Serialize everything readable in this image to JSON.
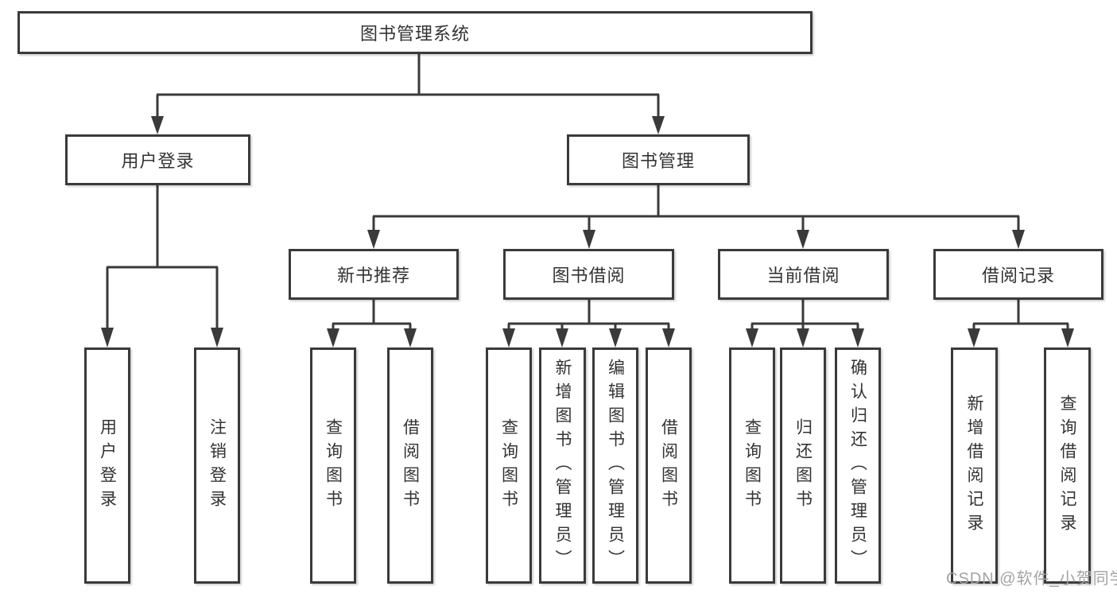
{
  "colors": {
    "line": "#3a3a3a",
    "text": "#333333",
    "watermark": "#a3a3a3"
  },
  "root": {
    "label": "图书管理系统"
  },
  "level2": {
    "user_login": {
      "label": "用户登录"
    },
    "book_mgmt": {
      "label": "图书管理"
    }
  },
  "level3": {
    "new_books": {
      "label": "新书推荐"
    },
    "borrowing": {
      "label": "图书借阅"
    },
    "current": {
      "label": "当前借阅"
    },
    "records": {
      "label": "借阅记录"
    }
  },
  "leaves": {
    "login": {
      "label": "用户登录"
    },
    "logout": {
      "label": "注销登录"
    },
    "nb_query": {
      "label": "查询图书"
    },
    "nb_borrow": {
      "label": "借阅图书"
    },
    "bw_query": {
      "label": "查询图书"
    },
    "bw_add": {
      "label": "新增图书（管理员）"
    },
    "bw_edit": {
      "label": "编辑图书（管理员）"
    },
    "bw_borrow": {
      "label": "借阅图书"
    },
    "cur_query": {
      "label": "查询图书"
    },
    "cur_return": {
      "label": "归还图书"
    },
    "cur_confirm": {
      "label": "确认归还（管理员）"
    },
    "rec_add": {
      "label": "新增借阅记录"
    },
    "rec_query": {
      "label": "查询借阅记录"
    }
  },
  "watermark": {
    "label": "CSDN @软件_小贺同学"
  }
}
